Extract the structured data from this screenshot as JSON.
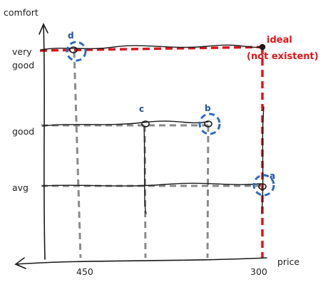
{
  "axes": {
    "y_label": "comfort",
    "x_label": "price",
    "y_levels": [
      {
        "key": "very_good",
        "lines": [
          "very",
          "good"
        ]
      },
      {
        "key": "good",
        "lines": [
          "good"
        ]
      },
      {
        "key": "avg",
        "lines": [
          "avg"
        ]
      }
    ],
    "x_ticks": [
      "450",
      "300"
    ]
  },
  "points": [
    {
      "label": "d",
      "price": "450",
      "comfort": "very good",
      "circled": true
    },
    {
      "label": "c",
      "comfort": "good",
      "circled": false
    },
    {
      "label": "b",
      "comfort": "good",
      "circled": true
    },
    {
      "label": "a",
      "price": "300",
      "comfort": "avg",
      "circled": true
    }
  ],
  "ideal": {
    "lines": [
      "ideal",
      "(not existent)"
    ],
    "price": "300",
    "comfort": "very good"
  },
  "colors": {
    "axis": "#1a1a1a",
    "grid": "#8a8a8a",
    "ideal": "#e0141a",
    "circle": "#2f6bbf",
    "point_label": "#1f4fa3",
    "text": "#222222"
  }
}
